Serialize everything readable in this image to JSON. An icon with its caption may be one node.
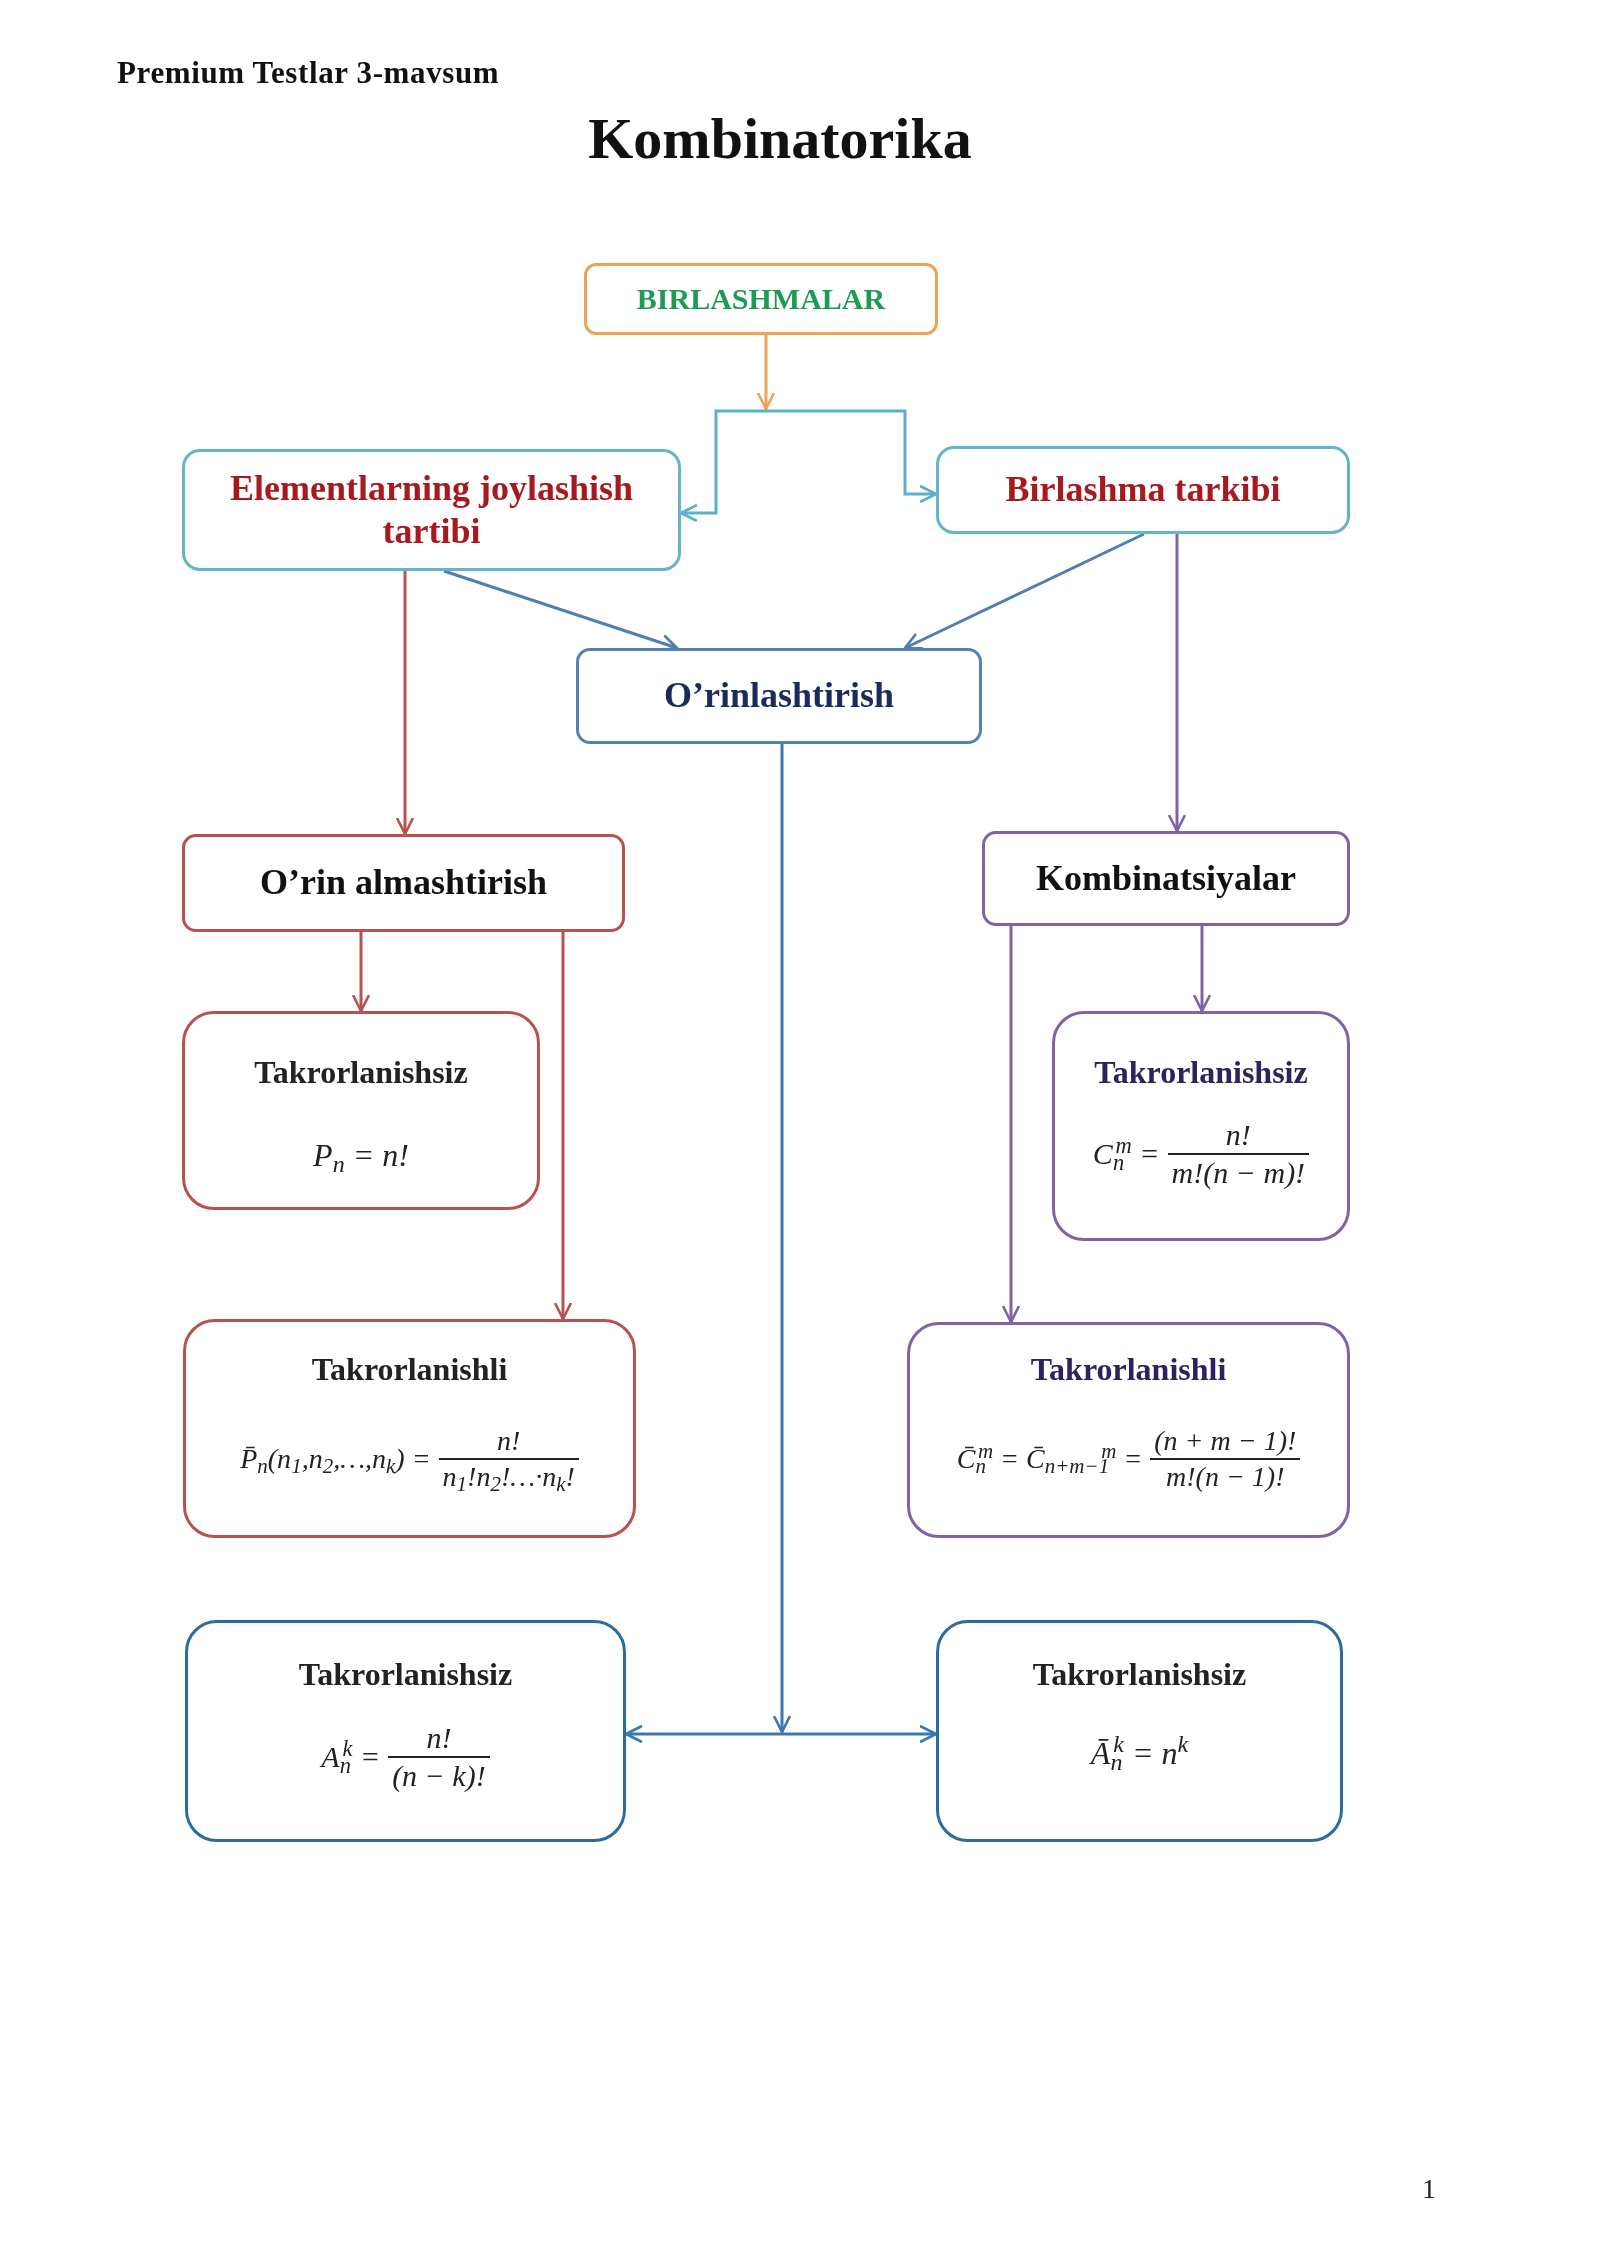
{
  "diagram": {
    "title": "Kombinatorika",
    "nodes": [
      {
        "text": [
          "BIRLASHMALAR"
        ]
      },
      {
        "text": [
          "Elementlarning joylashish tartibi"
        ]
      },
      {
        "text": [
          "Birlashma tarkibi"
        ]
      },
      {
        "text": [
          "O’rinlashtirish"
        ]
      },
      {
        "text": [
          "O’rin almashtirish"
        ]
      },
      {
        "text": [
          "Kombinatsiyalar"
        ]
      },
      {
        "text": [
          "Takrorlanishsiz",
          "P$_{n}$ = n!"
        ]
      },
      {
        "text": [
          "Takrorlanishsiz",
          "C$_{n}$$^{m}$ =",
          "n!",
          "m!(n − m)!"
        ]
      },
      {
        "text": [
          "Takrorlanishli",
          "P̄$_{n}$(n$_{1}$,n$_{2}$,…,n$_{k}$) =",
          "n!",
          "n$_{1}$!n$_{2}$!…·n$_{k}$!"
        ]
      },
      {
        "text": [
          "Takrorlanishli",
          "C̄$_{n}$$^{m}$ = C̄$_{n+m−1}$$^{m}$ =",
          "(n + m − 1)!",
          "m!(n − 1)!"
        ]
      },
      {
        "text": [
          "Takrorlanishsiz",
          "A$_{n}$$^{k}$ =",
          "n!",
          "(n − k)!"
        ]
      },
      {
        "text": [
          "Takrorlanishsiz",
          "Ā$_{n}$$^{k}$ = n$^{k}$"
        ]
      }
    ],
    "edges": [
      {
        "from": 0,
        "to": 1,
        "arrow": "to",
        "color": "#5ab0c8"
      },
      {
        "from": 0,
        "to": 2,
        "arrow": "to",
        "color": "#5ab0c8"
      },
      {
        "from": 1,
        "to": 3,
        "arrow": "to",
        "color": "#4f7eb1"
      },
      {
        "from": 2,
        "to": 3,
        "arrow": "to",
        "color": "#4f7eb1"
      },
      {
        "from": 1,
        "to": 4,
        "arrow": "to",
        "color": "#b9514f"
      },
      {
        "from": 2,
        "to": 5,
        "arrow": "to",
        "color": "#8063a6"
      },
      {
        "from": 3,
        "to": 10,
        "arrow": "to",
        "color": "#3a78b0"
      },
      {
        "from": 3,
        "to": 11,
        "arrow": "to",
        "color": "#3a78b0"
      },
      {
        "from": 4,
        "to": 6,
        "arrow": "to",
        "color": "#b9514f"
      },
      {
        "from": 4,
        "to": 8,
        "arrow": "to",
        "color": "#b9514f"
      },
      {
        "from": 5,
        "to": 7,
        "arrow": "to",
        "color": "#8063a6"
      },
      {
        "from": 5,
        "to": 9,
        "arrow": "to",
        "color": "#8063a6"
      }
    ],
    "labels": [
      "Premium Testlar 3-mavsum",
      "1"
    ]
  }
}
